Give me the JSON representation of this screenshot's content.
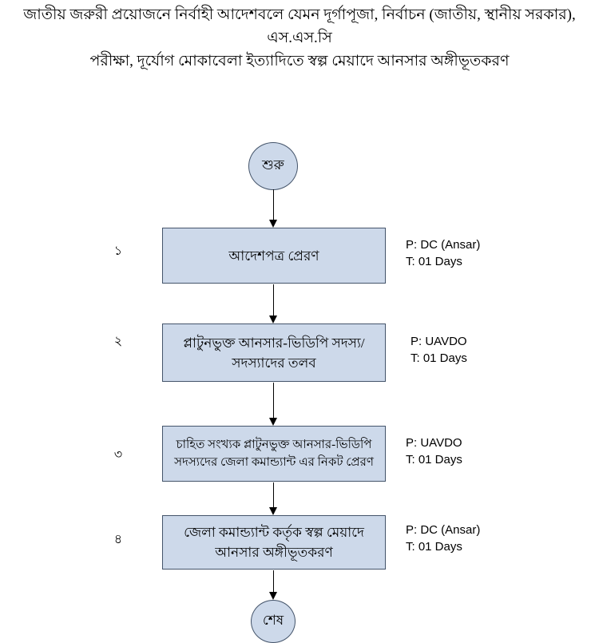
{
  "title": "জাতীয় জরুরী প্রয়োজনে নির্বাহী আদেশবলে যেমন দূর্গাপূজা, নির্বাচন (জাতীয়, স্থানীয় সরকার), এস.এস.সি\nপরীক্ষা, দূর্যোগ মোকাবেলা ইত্যাদিতে স্বল্প মেয়াদে আনসার অঙ্গীভূতকরণ",
  "flow": {
    "start_label": "শুরু",
    "end_label": "শেষ",
    "steps": [
      {
        "number": "১",
        "label": "আদেশপত্র প্রেরণ",
        "person": "P: DC (Ansar)",
        "time": "T: 01 Days"
      },
      {
        "number": "২",
        "label": "প্লাটুনভুক্ত আনসার-ভিডিপি সদস্য/\nসদস্যাদের তলব",
        "person": "P: UAVDO",
        "time": "T: 01 Days"
      },
      {
        "number": "৩",
        "label": "চাহিত সংখ্যক প্লাটুনভুক্ত আনসার-ভিডিপি\nসদস্যদের জেলা কমান্ড্যান্ট এর নিকট প্রেরণ",
        "person": "P: UAVDO",
        "time": "T: 01 Days"
      },
      {
        "number": "৪",
        "label": "জেলা কমান্ড্যান্ট কর্তৃক স্বল্প মেয়াদে\nআনসার অঙ্গীভূতকরণ",
        "person": "P: DC (Ansar)",
        "time": "T: 01 Days"
      }
    ],
    "colors": {
      "shape_fill": "#cdd9ea",
      "shape_border": "#44546a",
      "arrow": "#000000"
    }
  }
}
